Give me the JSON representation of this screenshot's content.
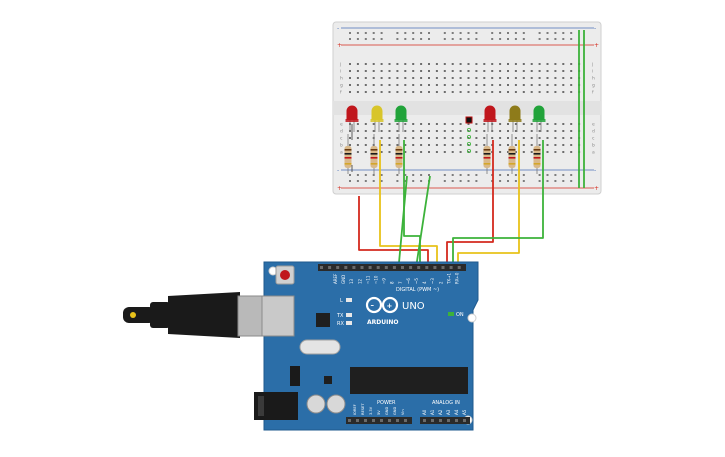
{
  "board": {
    "brand_text": "ARDUINO",
    "model_text": "UNO",
    "digital_label": "DIGITAL (PWM ~)",
    "power_label": "POWER",
    "analog_label": "ANALOG IN",
    "on_label": "ON",
    "l_label": "L",
    "tx_label": "TX",
    "rx_label": "RX",
    "digital_pins": [
      "AREF",
      "GND",
      "13",
      "12",
      "~11",
      "~10",
      "~9",
      "8",
      "7",
      "~6",
      "~5",
      "4",
      "~3",
      "2",
      "TX→1",
      "RX←0"
    ],
    "power_pins": [
      "IOREF",
      "RESET",
      "3.3V",
      "5V",
      "GND",
      "GND",
      "Vin"
    ],
    "analog_pins": [
      "A0",
      "A1",
      "A2",
      "A3",
      "A4",
      "A5"
    ],
    "colors": {
      "board": "#2b6ea8",
      "header": "#2a2a2a",
      "chip": "#1f1f1f"
    }
  },
  "breadboard": {
    "row_letters_top": [
      "j",
      "i",
      "h",
      "g",
      "f"
    ],
    "row_letters_bottom": [
      "e",
      "d",
      "c",
      "b",
      "a"
    ],
    "rail_plus": "+",
    "rail_minus": "-",
    "column_count": 30
  },
  "leds": [
    {
      "color": "#c0161c"
    },
    {
      "color": "#d8c52a"
    },
    {
      "color": "#21a33a"
    },
    {
      "color": "#c0161c"
    },
    {
      "color": "#8e7b1a"
    },
    {
      "color": "#21a33a"
    }
  ],
  "wire_colors": {
    "red": "#d42a1e",
    "yellow": "#e8c21a",
    "green": "#3cb23a"
  }
}
